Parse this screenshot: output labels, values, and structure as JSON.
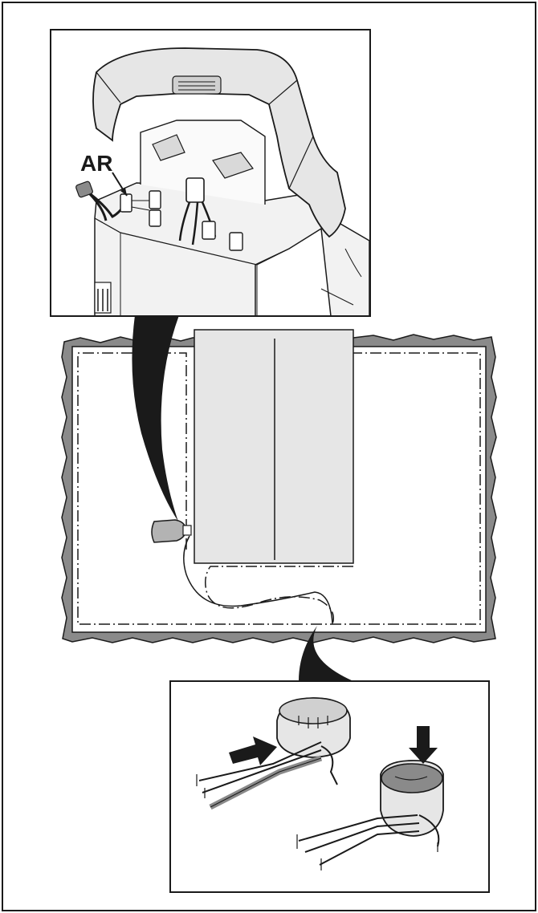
{
  "figure": {
    "callout_label": "AR",
    "panels": [
      "charging-station-detail",
      "lawn-wire-layout",
      "wire-coupler-detail"
    ]
  },
  "colors": {
    "ink": "#1a1a1a",
    "lawn_fill": "#ffffff",
    "lawn_border": "#8a8a8a",
    "station_fill": "#e6e6e6",
    "connector_fill": "#b3b3b3"
  }
}
